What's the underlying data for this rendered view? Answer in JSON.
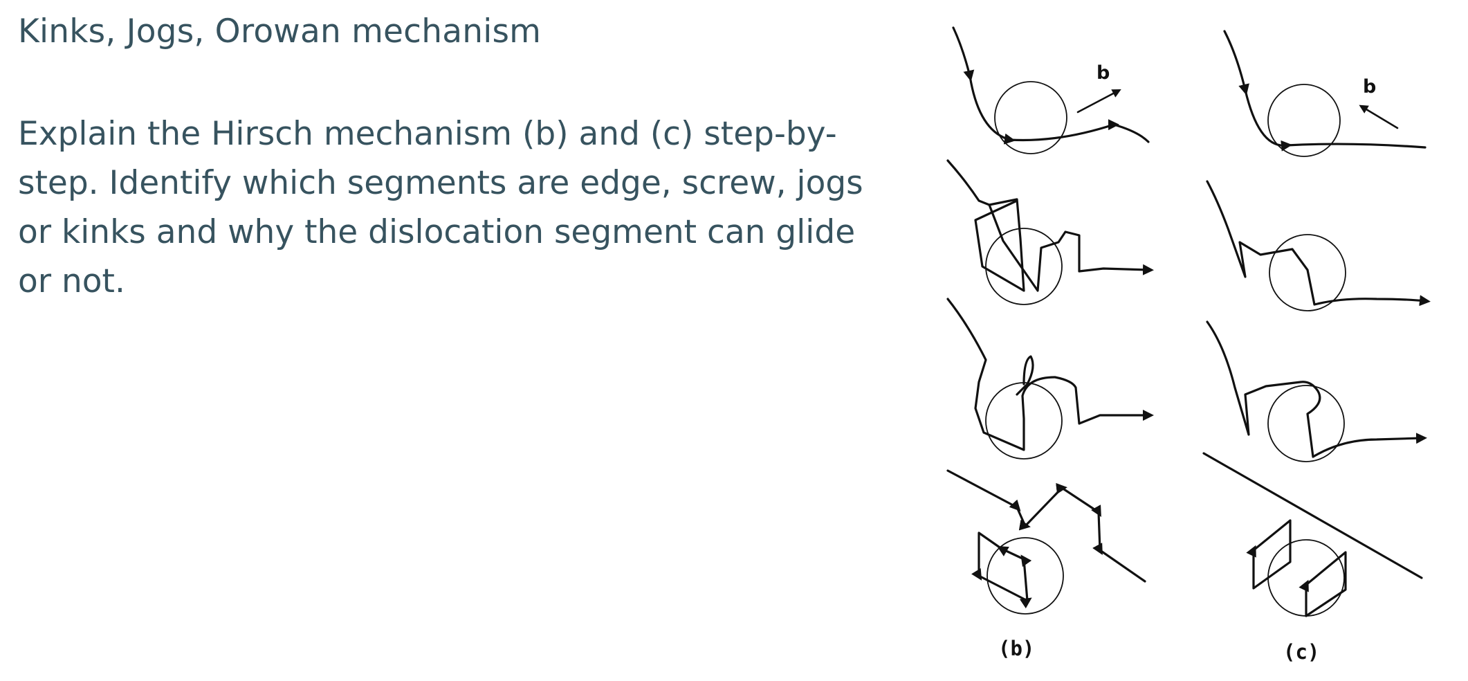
{
  "slide": {
    "title": "Kinks, Jogs, Orowan mechanism",
    "question": "Explain the Hirsch mechanism (b) and (c) step-by-step. Identify which segments are edge, screw, jogs or kinks and why the dislocation segment can glide or not."
  },
  "figure": {
    "burgers_label": "b",
    "panels": [
      {
        "id": "b",
        "label": "(b)"
      },
      {
        "id": "c",
        "label": "(c)"
      }
    ],
    "colors": {
      "ink": "#111111",
      "text": "#37535f"
    }
  }
}
